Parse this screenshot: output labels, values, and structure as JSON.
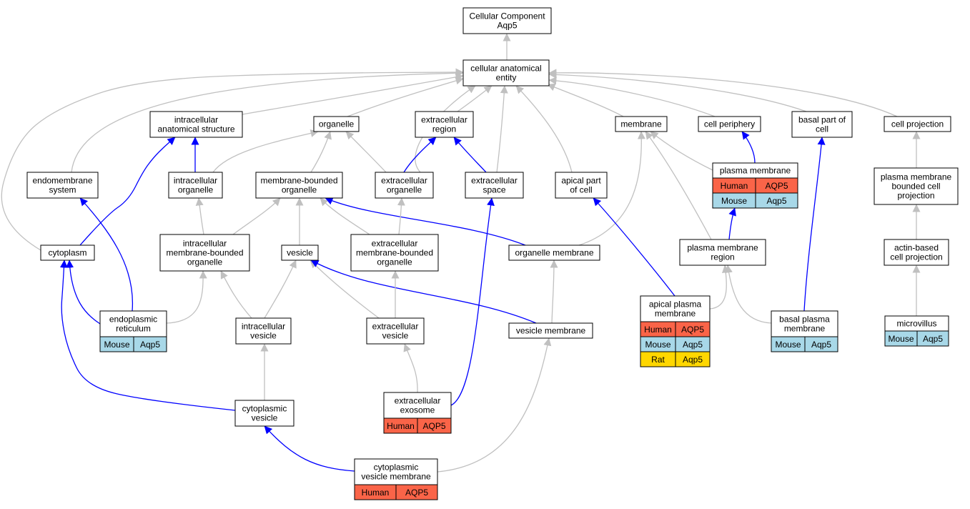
{
  "colors": {
    "gray_edge": "#c0c0c0",
    "blue_edge": "#0000ff",
    "Human": "#fa6448",
    "Mouse": "#a8d8e8",
    "Rat": "#ffd700"
  },
  "nodes": [
    {
      "id": "cc_root",
      "lines": [
        "Cellular Component",
        "Aqp5"
      ]
    },
    {
      "id": "cae",
      "lines": [
        "cellular anatomical",
        "entity"
      ]
    },
    {
      "id": "ias",
      "lines": [
        "intracellular",
        "anatomical structure"
      ]
    },
    {
      "id": "organelle",
      "lines": [
        "organelle"
      ]
    },
    {
      "id": "ecr",
      "lines": [
        "extracellular",
        "region"
      ]
    },
    {
      "id": "membrane",
      "lines": [
        "membrane"
      ]
    },
    {
      "id": "cellper",
      "lines": [
        "cell periphery"
      ]
    },
    {
      "id": "basalpart",
      "lines": [
        "basal part of",
        "cell"
      ]
    },
    {
      "id": "cellproj",
      "lines": [
        "cell projection"
      ]
    },
    {
      "id": "endomem",
      "lines": [
        "endomembrane",
        "system"
      ]
    },
    {
      "id": "intorg",
      "lines": [
        "intracellular",
        "organelle"
      ]
    },
    {
      "id": "mbo",
      "lines": [
        "membrane-bounded",
        "organelle"
      ]
    },
    {
      "id": "ecorg",
      "lines": [
        "extracellular",
        "organelle"
      ]
    },
    {
      "id": "ecspace",
      "lines": [
        "extracellular",
        "space"
      ]
    },
    {
      "id": "apicalpart",
      "lines": [
        "apical part",
        "of cell"
      ]
    },
    {
      "id": "pm",
      "lines": [
        "plasma membrane"
      ],
      "rows": [
        [
          "Human",
          "AQP5"
        ],
        [
          "Mouse",
          "Aqp5"
        ]
      ]
    },
    {
      "id": "pmbcp",
      "lines": [
        "plasma membrane",
        "bounded cell",
        "projection"
      ]
    },
    {
      "id": "cytoplasm",
      "lines": [
        "cytoplasm"
      ]
    },
    {
      "id": "imbo",
      "lines": [
        "intracellular",
        "membrane-bounded",
        "organelle"
      ]
    },
    {
      "id": "vesicle",
      "lines": [
        "vesicle"
      ]
    },
    {
      "id": "embo",
      "lines": [
        "extracellular",
        "membrane-bounded",
        "organelle"
      ]
    },
    {
      "id": "orgmem",
      "lines": [
        "organelle membrane"
      ]
    },
    {
      "id": "pmr",
      "lines": [
        "plasma membrane",
        "region"
      ]
    },
    {
      "id": "abcp",
      "lines": [
        "actin-based",
        "cell projection"
      ]
    },
    {
      "id": "er",
      "lines": [
        "endoplasmic",
        "reticulum"
      ],
      "rows": [
        [
          "Mouse",
          "Aqp5"
        ]
      ]
    },
    {
      "id": "intves",
      "lines": [
        "intracellular",
        "vesicle"
      ]
    },
    {
      "id": "ecves",
      "lines": [
        "extracellular",
        "vesicle"
      ]
    },
    {
      "id": "vesmem",
      "lines": [
        "vesicle membrane"
      ]
    },
    {
      "id": "apm",
      "lines": [
        "apical plasma",
        "membrane"
      ],
      "rows": [
        [
          "Human",
          "AQP5"
        ],
        [
          "Mouse",
          "Aqp5"
        ],
        [
          "Rat",
          "Aqp5"
        ]
      ]
    },
    {
      "id": "bpm",
      "lines": [
        "basal plasma",
        "membrane"
      ],
      "rows": [
        [
          "Mouse",
          "Aqp5"
        ]
      ]
    },
    {
      "id": "microvillus",
      "lines": [
        "microvillus"
      ],
      "rows": [
        [
          "Mouse",
          "Aqp5"
        ]
      ]
    },
    {
      "id": "cytoves",
      "lines": [
        "cytoplasmic",
        "vesicle"
      ]
    },
    {
      "id": "exosome",
      "lines": [
        "extracellular",
        "exosome"
      ],
      "rows": [
        [
          "Human",
          "AQP5"
        ]
      ]
    },
    {
      "id": "cvm",
      "lines": [
        "cytoplasmic",
        "vesicle membrane"
      ],
      "rows": [
        [
          "Human",
          "AQP5"
        ]
      ]
    }
  ],
  "edges": [
    {
      "from": "cae",
      "to": "cc_root",
      "type": "gray"
    },
    {
      "from": "ias",
      "to": "cae",
      "type": "gray"
    },
    {
      "from": "organelle",
      "to": "cae",
      "type": "gray"
    },
    {
      "from": "ecr",
      "to": "cae",
      "type": "gray"
    },
    {
      "from": "membrane",
      "to": "cae",
      "type": "gray"
    },
    {
      "from": "cellper",
      "to": "cae",
      "type": "gray"
    },
    {
      "from": "basalpart",
      "to": "cae",
      "type": "gray"
    },
    {
      "from": "cellproj",
      "to": "cae",
      "type": "gray"
    },
    {
      "from": "endomem",
      "to": "cae",
      "type": "gray"
    },
    {
      "from": "cytoplasm",
      "to": "cae",
      "type": "gray"
    },
    {
      "from": "ecorg",
      "to": "cae",
      "type": "gray"
    },
    {
      "from": "ecspace",
      "to": "cae",
      "type": "gray"
    },
    {
      "from": "apicalpart",
      "to": "cae",
      "type": "gray"
    },
    {
      "from": "intorg",
      "to": "ias",
      "type": "blue"
    },
    {
      "from": "cytoplasm",
      "to": "ias",
      "type": "blue"
    },
    {
      "from": "intorg",
      "to": "organelle",
      "type": "gray"
    },
    {
      "from": "mbo",
      "to": "organelle",
      "type": "gray"
    },
    {
      "from": "ecorg",
      "to": "organelle",
      "type": "gray"
    },
    {
      "from": "ecorg",
      "to": "ecr",
      "type": "blue"
    },
    {
      "from": "ecspace",
      "to": "ecr",
      "type": "blue"
    },
    {
      "from": "pm",
      "to": "membrane",
      "type": "gray"
    },
    {
      "from": "orgmem",
      "to": "membrane",
      "type": "gray"
    },
    {
      "from": "pmr",
      "to": "membrane",
      "type": "gray"
    },
    {
      "from": "pm",
      "to": "cellper",
      "type": "blue"
    },
    {
      "from": "bpm",
      "to": "basalpart",
      "type": "blue"
    },
    {
      "from": "pmbcp",
      "to": "cellproj",
      "type": "gray"
    },
    {
      "from": "er",
      "to": "endomem",
      "type": "blue"
    },
    {
      "from": "imbo",
      "to": "intorg",
      "type": "gray"
    },
    {
      "from": "imbo",
      "to": "mbo",
      "type": "gray"
    },
    {
      "from": "vesicle",
      "to": "mbo",
      "type": "gray"
    },
    {
      "from": "embo",
      "to": "mbo",
      "type": "gray"
    },
    {
      "from": "orgmem",
      "to": "mbo",
      "type": "blue"
    },
    {
      "from": "embo",
      "to": "ecorg",
      "type": "gray"
    },
    {
      "from": "exosome",
      "to": "ecspace",
      "type": "blue"
    },
    {
      "from": "apm",
      "to": "apicalpart",
      "type": "blue"
    },
    {
      "from": "pmr",
      "to": "pm",
      "type": "blue"
    },
    {
      "from": "abcp",
      "to": "pmbcp",
      "type": "gray"
    },
    {
      "from": "er",
      "to": "cytoplasm",
      "type": "blue"
    },
    {
      "from": "cytoves",
      "to": "cytoplasm",
      "type": "blue"
    },
    {
      "from": "er",
      "to": "imbo",
      "type": "gray"
    },
    {
      "from": "intves",
      "to": "imbo",
      "type": "gray"
    },
    {
      "from": "intves",
      "to": "vesicle",
      "type": "gray"
    },
    {
      "from": "ecves",
      "to": "vesicle",
      "type": "gray"
    },
    {
      "from": "vesmem",
      "to": "vesicle",
      "type": "blue"
    },
    {
      "from": "ecves",
      "to": "embo",
      "type": "gray"
    },
    {
      "from": "vesmem",
      "to": "orgmem",
      "type": "gray"
    },
    {
      "from": "apm",
      "to": "pmr",
      "type": "gray"
    },
    {
      "from": "bpm",
      "to": "pmr",
      "type": "gray"
    },
    {
      "from": "microvillus",
      "to": "abcp",
      "type": "gray"
    },
    {
      "from": "cytoves",
      "to": "intves",
      "type": "gray"
    },
    {
      "from": "exosome",
      "to": "ecves",
      "type": "gray"
    },
    {
      "from": "cvm",
      "to": "vesmem",
      "type": "gray"
    },
    {
      "from": "cvm",
      "to": "cytoves",
      "type": "blue"
    }
  ]
}
